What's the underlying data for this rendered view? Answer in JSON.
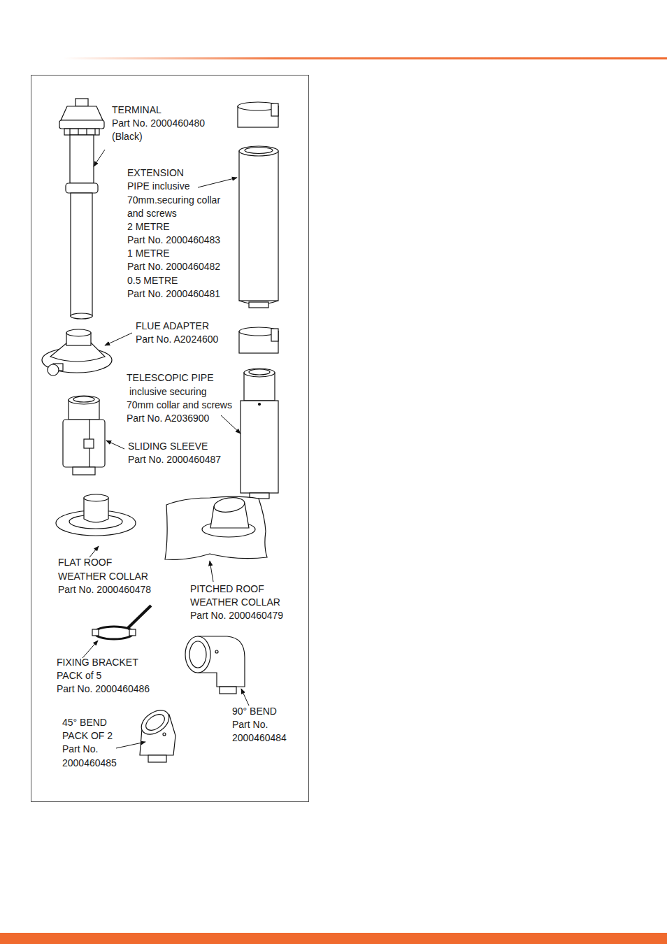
{
  "diagram": {
    "labels": [
      "TERMINAL",
      "Part No. 2000460480",
      "(Black)",
      "EXTENSION",
      "PIPE inclusive",
      "70mm.securing collar",
      "and screws",
      "2 METRE",
      "Part No. 2000460483",
      "1 METRE",
      "Part No. 2000460482",
      "0.5 METRE",
      "Part No. 2000460481",
      "FLUE ADAPTER",
      "Part No. A2024600",
      "TELESCOPIC PIPE",
      "inclusive securing",
      "70mm collar and screws",
      "Part No. A2036900",
      "SLIDING SLEEVE",
      "Part No. 2000460487",
      "FLAT ROOF",
      "WEATHER COLLAR",
      "Part No. 2000460478",
      "PITCHED ROOF",
      "WEATHER COLLAR",
      "Part No. 2000460479",
      "FIXING BRACKET",
      "PACK of 5",
      "Part No. 2000460486",
      "90° BEND",
      "Part No.",
      "2000460484",
      "45° BEND",
      "PACK OF 2",
      "Part No.",
      "2000460485"
    ]
  }
}
